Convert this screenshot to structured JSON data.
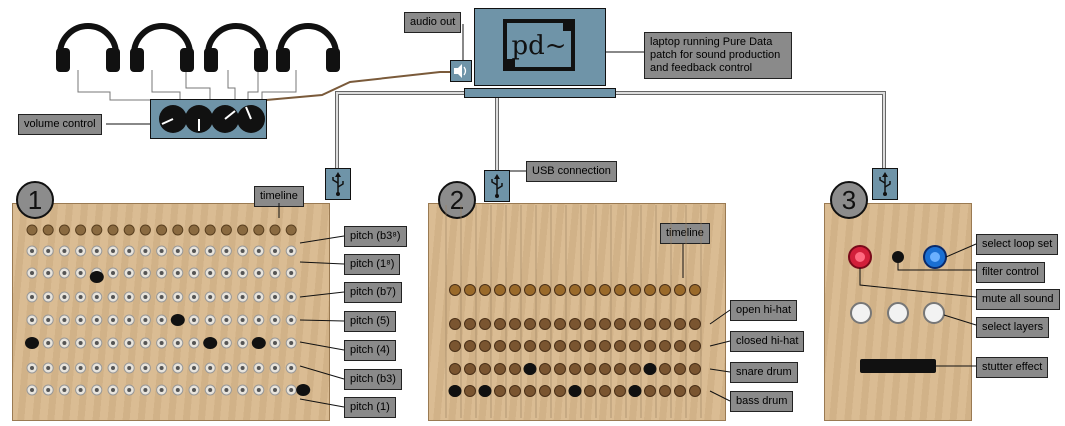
{
  "labels": {
    "audio_out": "audio out",
    "laptop_desc": "laptop running Pure Data patch for sound production and feedback control",
    "pd_logo": "pd~",
    "volume_control": "volume control",
    "usb_connection": "USB connection",
    "timeline_1": "timeline",
    "timeline_2": "timeline"
  },
  "board_numbers": [
    "1",
    "2",
    "3"
  ],
  "board1_labels": [
    "pitch (b3⁸)",
    "pitch (1⁸)",
    "pitch (b7)",
    "pitch (5)",
    "pitch (4)",
    "pitch (b3)",
    "pitch (1)"
  ],
  "board2_labels": [
    "open hi-hat",
    "closed hi-hat",
    "snare drum",
    "bass drum"
  ],
  "board3_labels": [
    "select loop set",
    "filter control",
    "mute all sound",
    "select layers",
    "stutter effect"
  ],
  "colors": {
    "box_blue": "#6f94a8",
    "label_gray": "#8a8a8a",
    "wood": "#d8b88c"
  },
  "icons": [
    "headphones-icon",
    "speaker-icon",
    "usb-icon",
    "knob-icon",
    "arcade-button-icon"
  ]
}
